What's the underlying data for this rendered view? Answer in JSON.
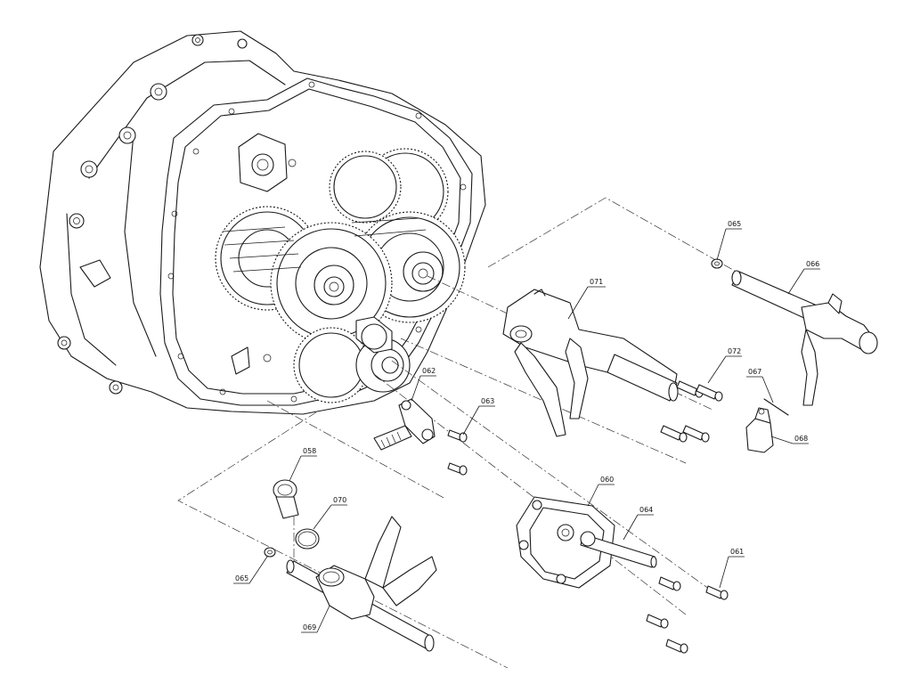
{
  "callouts": [
    {
      "id": "c065a",
      "label": "065"
    },
    {
      "id": "c066",
      "label": "066"
    },
    {
      "id": "c071",
      "label": "071"
    },
    {
      "id": "c072",
      "label": "072"
    },
    {
      "id": "c067",
      "label": "067"
    },
    {
      "id": "c068",
      "label": "068"
    },
    {
      "id": "c062",
      "label": "062"
    },
    {
      "id": "c063",
      "label": "063"
    },
    {
      "id": "c058",
      "label": "058"
    },
    {
      "id": "c070",
      "label": "070"
    },
    {
      "id": "c060",
      "label": "060"
    },
    {
      "id": "c064",
      "label": "064"
    },
    {
      "id": "c061",
      "label": "061"
    },
    {
      "id": "c065b",
      "label": "065"
    },
    {
      "id": "c069",
      "label": "069"
    }
  ]
}
